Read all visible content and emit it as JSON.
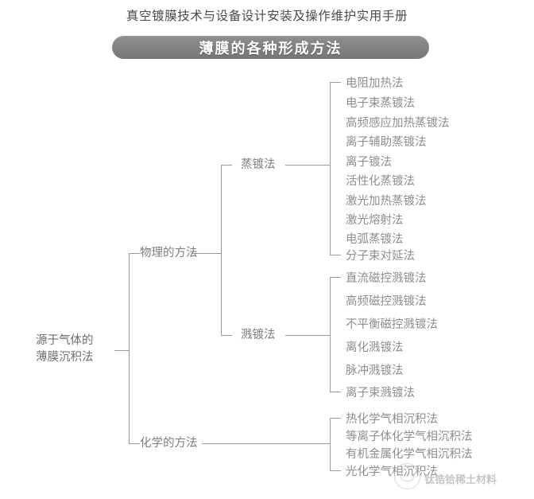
{
  "header": {
    "book_title": "真空镀膜技术与设备设计安装及操作维护实用手册",
    "banner_title": "薄膜的各种形成方法"
  },
  "diagram": {
    "type": "tree",
    "orientation": "left-to-right",
    "root": {
      "label_line1": "源于气体的",
      "label_line2": "薄膜沉积法"
    },
    "branches": [
      {
        "label": "物理的方法",
        "children": [
          {
            "label": "蒸镀法",
            "leaves": [
              "电阻加热法",
              "电子束蒸镀法",
              "高频感应加热蒸镀法",
              "离子辅助蒸镀法",
              "离子镀法",
              "活性化蒸镀法",
              "激光加热蒸镀法",
              "激光熔射法",
              "电弧蒸镀法",
              "分子束对延法"
            ]
          },
          {
            "label": "溅镀法",
            "leaves": [
              "直流磁控溅镀法",
              "高频磁控溅镀法",
              "不平衡磁控溅镀法",
              "离化溅镀法",
              "脉冲溅镀法",
              "离子束溅镀法"
            ]
          }
        ]
      },
      {
        "label": "化学的方法",
        "children": [
          {
            "label": "",
            "leaves": [
              "热化学气相沉积法",
              "等离子体化学气相沉积法",
              "有机金属化学气相沉积法",
              "光化学气相沉积法"
            ]
          }
        ]
      }
    ]
  },
  "watermark": {
    "text": "钛锆铪稀土材料",
    "logo": "circle-logo-icon"
  },
  "colors": {
    "banner_background": "#838383",
    "banner_text": "#ffffff",
    "node_text": "#8e8e8e",
    "line": "#9a9a9a",
    "book_title": "#4a4a52",
    "watermark": "#bdbdbd",
    "page_background": "#ffffff"
  }
}
